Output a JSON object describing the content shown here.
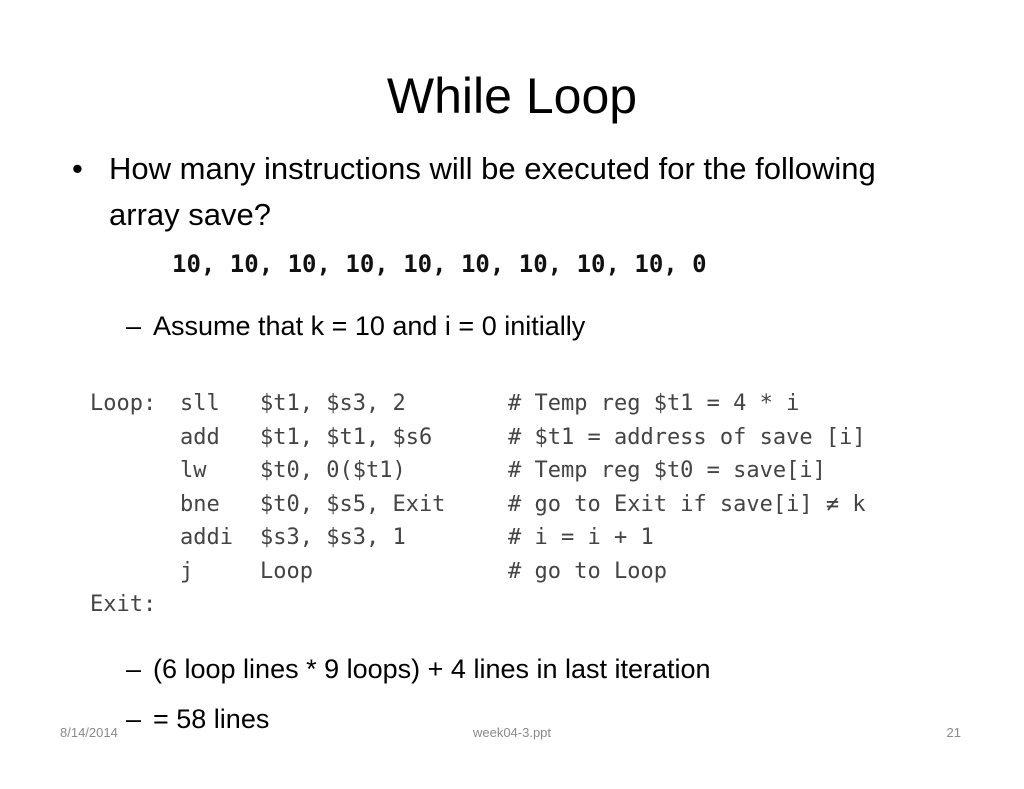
{
  "slide": {
    "title": "While Loop",
    "bullet": {
      "marker": "•",
      "text": "How many instructions will be executed for the following array save?"
    },
    "array_values": "10, 10, 10, 10, 10, 10, 10, 10, 10, 0",
    "sub_bullets": [
      {
        "marker": "–",
        "text": "Assume that k = 10 and i = 0 initially"
      },
      {
        "marker": "–",
        "text": "(6 loop lines * 9 loops) + 4 lines in last iteration"
      },
      {
        "marker": "–",
        "text": "= 58 lines"
      }
    ],
    "code": [
      {
        "label": "Loop:",
        "op": "sll",
        "args": "$t1, $s3, 2",
        "comment": "# Temp reg $t1 = 4 * i"
      },
      {
        "label": "",
        "op": "add",
        "args": "$t1, $t1, $s6",
        "comment": "# $t1 = address of save [i]"
      },
      {
        "label": "",
        "op": "lw",
        "args": "$t0, 0($t1)",
        "comment": "# Temp reg $t0 = save[i]"
      },
      {
        "label": "",
        "op": "bne",
        "args": "$t0, $s5, Exit",
        "comment": "# go to Exit if save[i] ≠ k"
      },
      {
        "label": "",
        "op": "addi",
        "args": "$s3, $s3, 1",
        "comment": "# i = i + 1"
      },
      {
        "label": "",
        "op": "j",
        "args": "Loop",
        "comment": "# go to Loop"
      },
      {
        "label": "Exit:",
        "op": "",
        "args": "",
        "comment": ""
      }
    ]
  },
  "footer": {
    "date": "8/14/2014",
    "file": "week04-3.ppt",
    "page": "21"
  }
}
